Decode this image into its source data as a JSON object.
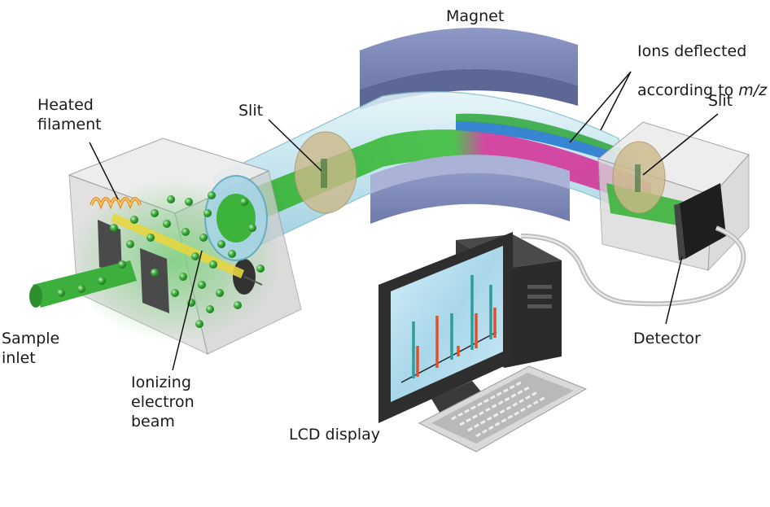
{
  "labels": {
    "magnet": "Magnet",
    "ions_deflected_line1": "Ions deflected",
    "ions_deflected_line2_prefix": "according to ",
    "ions_deflected_mz": "m/z",
    "slit_left": "Slit",
    "slit_right": "Slit",
    "heated_filament": "Heated\nfilament",
    "sample_inlet": "Sample\ninlet",
    "ionizing_beam": "Ionizing\nelectron\nbeam",
    "detector": "Detector",
    "lcd_display": "LCD display"
  },
  "colors": {
    "magnet": "#7c86b4",
    "magnet_dark": "#5d6796",
    "tube_glass": "#bfe3ee",
    "beam_green": "#3cb43c",
    "beam_magenta": "#d2409e",
    "beam_blue": "#2f7fd0",
    "slit_disc": "#cdb98a",
    "filament": "#e88a1a",
    "electron_beam": "#e6d640",
    "chamber": "#d8d8d8",
    "screen_bg": "#a9d8ea",
    "peak_teal": "#2c9c9c",
    "peak_red": "#e0502a",
    "monitor": "#2e2e2e"
  }
}
